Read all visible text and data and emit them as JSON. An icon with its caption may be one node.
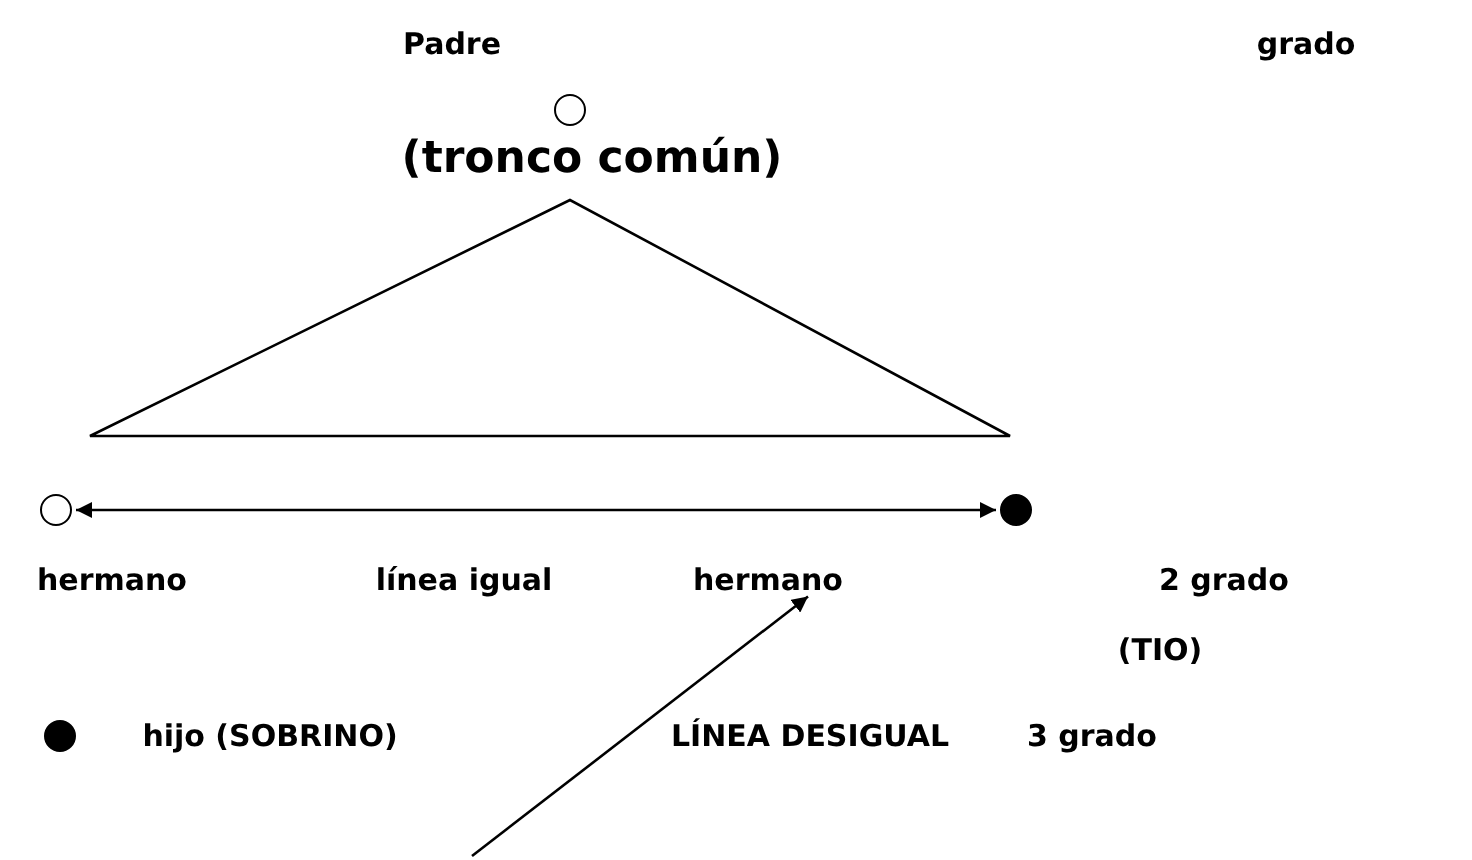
{
  "diagram": {
    "nodes": [
      {
        "text": [],
        "shape": "circle",
        "beside": [
          "Padre",
          "(tronco común)"
        ]
      },
      {
        "text": [],
        "shape": "circle",
        "beside": [
          "hermano"
        ]
      },
      {
        "text": [],
        "shape": "circle"
      },
      {
        "text": [
          "hermano"
        ]
      },
      {
        "text": [],
        "shape": "circle",
        "beside": [
          "hijo (SOBRINO)"
        ]
      }
    ],
    "edges": [
      {
        "from": 1,
        "to": 2,
        "arrow": "both",
        "label": "línea igual"
      },
      {
        "from": null,
        "to": 3,
        "arrow": "to"
      }
    ],
    "labels": [
      "grado",
      "2 grado",
      "(TIO)",
      "LÍNEA DESIGUAL",
      "3 grado"
    ]
  }
}
